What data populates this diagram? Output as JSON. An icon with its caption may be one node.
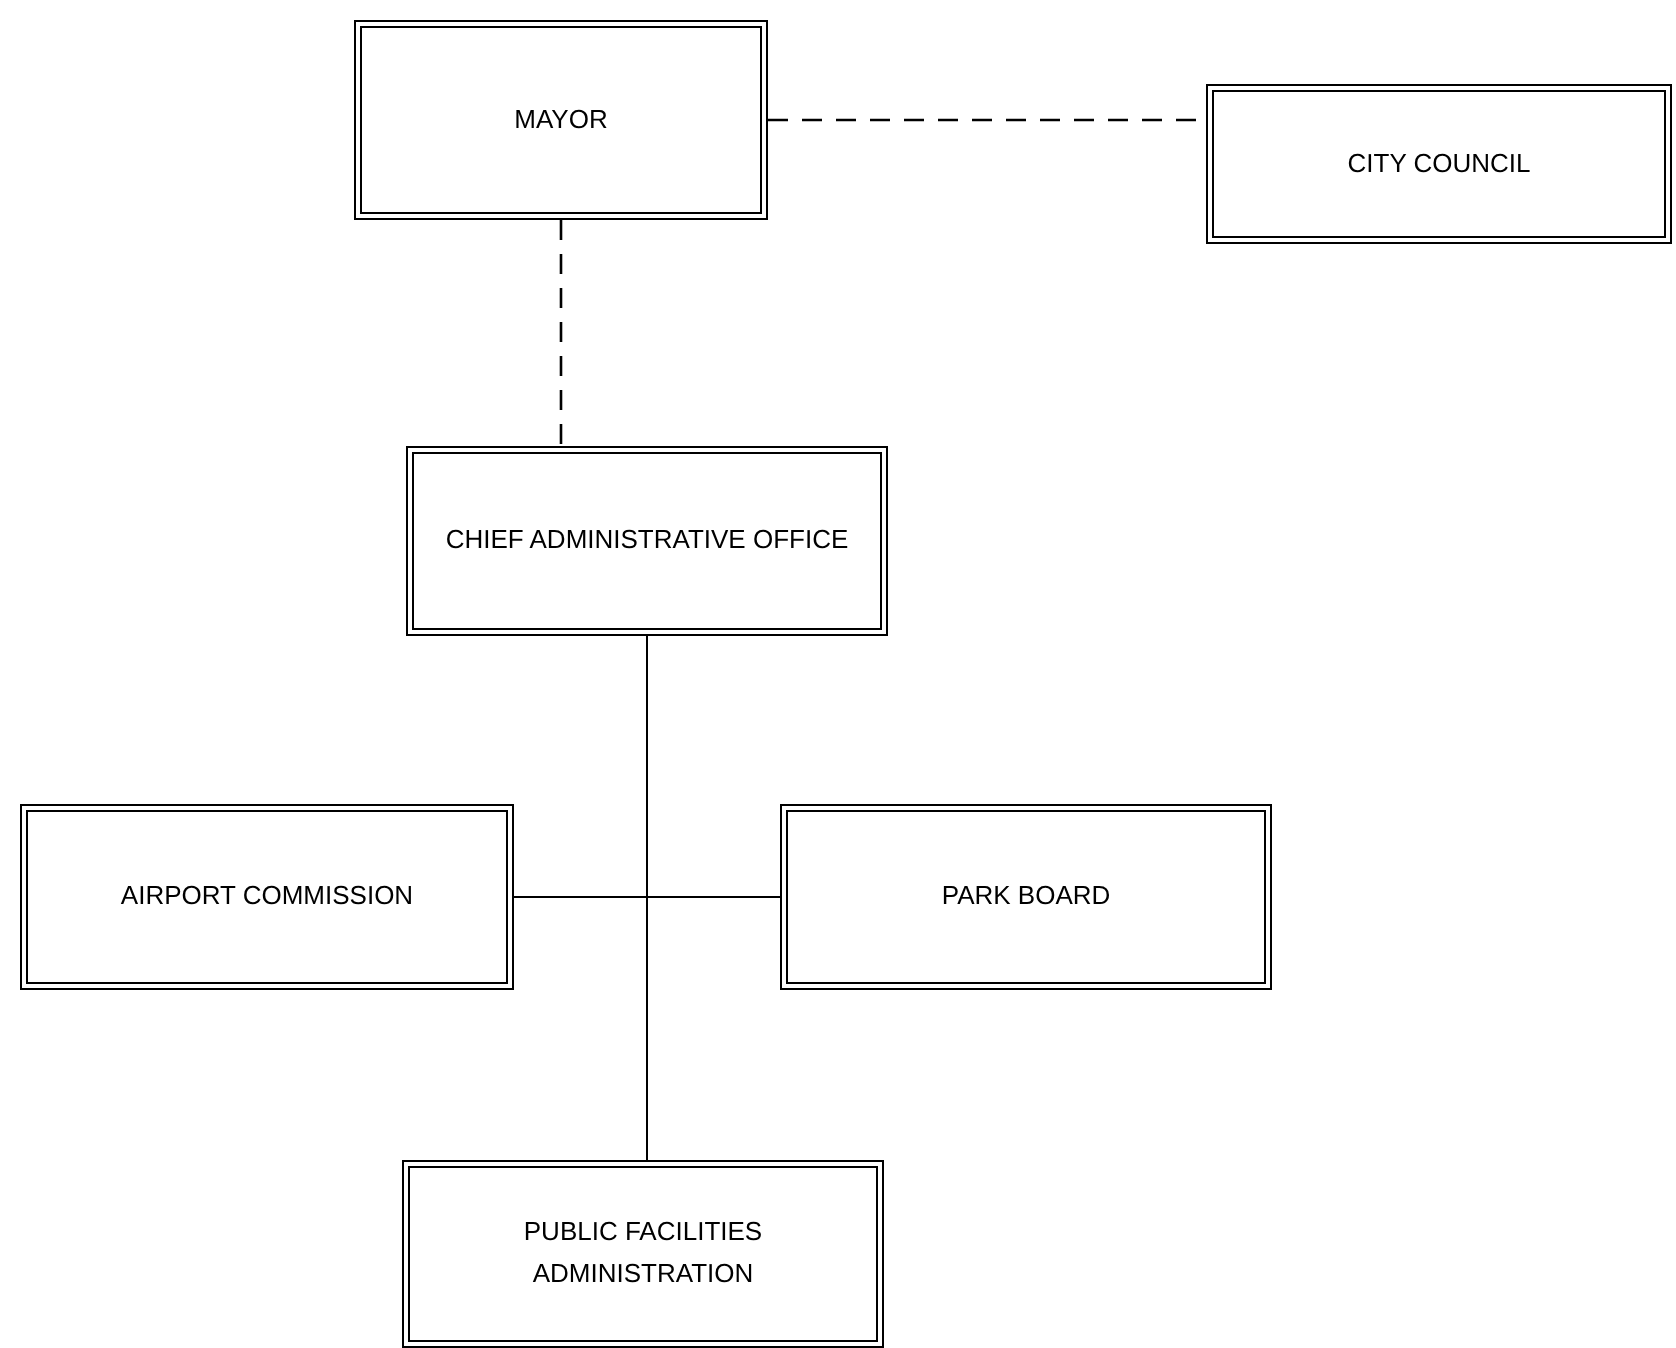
{
  "diagram": {
    "nodes": [
      {
        "text": [
          "MAYOR"
        ]
      },
      {
        "text": [
          "CITY COUNCIL"
        ]
      },
      {
        "text": [
          "CHIEF ADMINISTRATIVE OFFICE"
        ]
      },
      {
        "text": [
          "AIRPORT COMMISSION"
        ]
      },
      {
        "text": [
          "PARK BOARD"
        ]
      },
      {
        "text": [
          "PUBLIC FACILITIES ADMINISTRATION"
        ]
      }
    ],
    "edges": [
      {
        "from": 0,
        "to": 1,
        "arrow": "none",
        "style": "dashed"
      },
      {
        "from": 0,
        "to": 2,
        "arrow": "none",
        "style": "dashed"
      },
      {
        "from": 2,
        "to": 3,
        "arrow": "none"
      },
      {
        "from": 2,
        "to": 4,
        "arrow": "none"
      },
      {
        "from": 2,
        "to": 5,
        "arrow": "none"
      }
    ]
  }
}
